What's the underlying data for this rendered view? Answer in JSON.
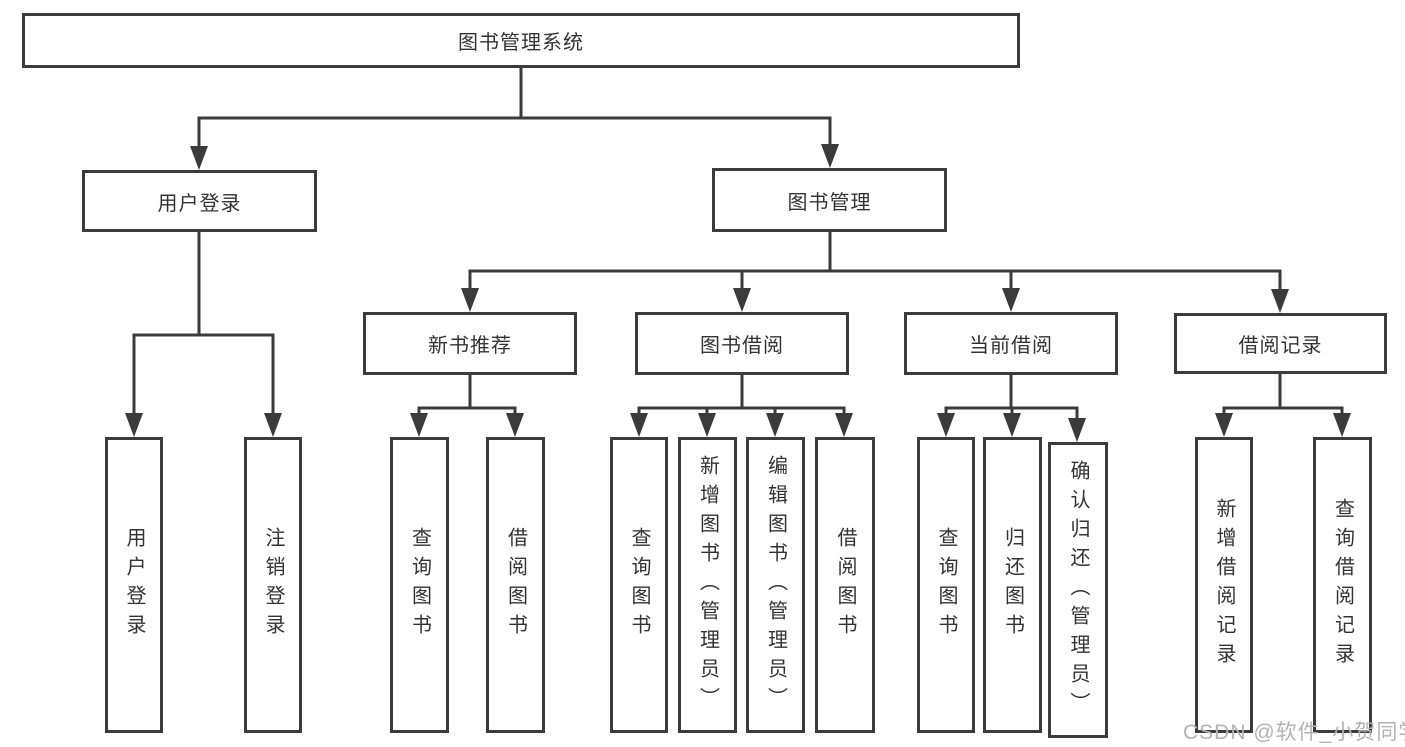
{
  "diagram_title": "图书管理系统",
  "nodes": {
    "root": "图书管理系统",
    "user_login": "用户登录",
    "book_mgmt": "图书管理",
    "new_book_rec": "新书推荐",
    "book_borrow": "图书借阅",
    "current_borrow": "当前借阅",
    "borrow_record": "借阅记录",
    "leaf_user_login": "用户登录",
    "leaf_logout": "注销登录",
    "rec_query_book": "查询图书",
    "rec_borrow_book": "借阅图书",
    "bb_query_book": "查询图书",
    "bb_add_book": "新增图书（管理员）",
    "bb_edit_book": "编辑图书（管理员）",
    "bb_borrow_book": "借阅图书",
    "cb_query_book": "查询图书",
    "cb_return_book": "归还图书",
    "cb_confirm_return": "确认归还（管理员）",
    "br_add_record": "新增借阅记录",
    "br_query_record": "查询借阅记录"
  },
  "structure": {
    "图书管理系统": {
      "用户登录": [
        "用户登录",
        "注销登录"
      ],
      "图书管理": {
        "新书推荐": [
          "查询图书",
          "借阅图书"
        ],
        "图书借阅": [
          "查询图书",
          "新增图书（管理员）",
          "编辑图书（管理员）",
          "借阅图书"
        ],
        "当前借阅": [
          "查询图书",
          "归还图书",
          "确认归还（管理员）"
        ],
        "借阅记录": [
          "新增借阅记录",
          "查询借阅记录"
        ]
      }
    }
  },
  "watermark": "CSDN @软件_小贺同学",
  "colors": {
    "line": "#3b3b3b",
    "box_border": "#3b3b3b",
    "box_fill": "#ffffff",
    "text": "#333333",
    "background": "#ffffff",
    "watermark": "#b3b3b3"
  }
}
